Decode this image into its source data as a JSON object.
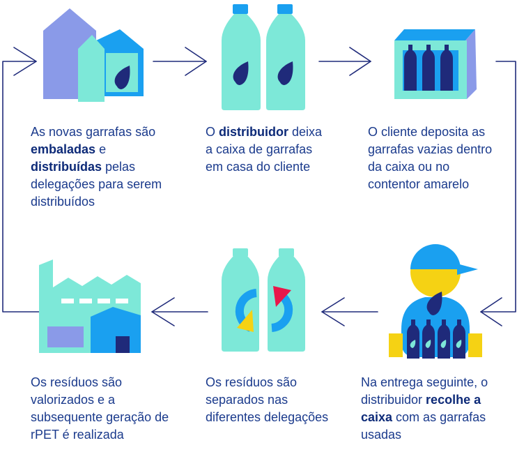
{
  "colors": {
    "teal": "#7de8d8",
    "lavender": "#8a9ae8",
    "blue": "#1aa0f0",
    "navy": "#1f2a7a",
    "yellow": "#f5d214",
    "red": "#e8174a",
    "text": "#1a3a8c"
  },
  "steps": [
    {
      "icon": "buildings-icon",
      "parts": [
        {
          "text": "As novas garrafas são ",
          "bold": false
        },
        {
          "text": "embaladas",
          "bold": true
        },
        {
          "text": " e ",
          "bold": false
        },
        {
          "text": "distribuídas",
          "bold": true
        },
        {
          "text": " pelas delegações para serem distribuídos",
          "bold": false
        }
      ]
    },
    {
      "icon": "water-bottles-icon",
      "parts": [
        {
          "text": "O ",
          "bold": false
        },
        {
          "text": "distribuidor",
          "bold": true
        },
        {
          "text": " deixa a caixa de garrafas em casa do cliente",
          "bold": false
        }
      ]
    },
    {
      "icon": "bottle-crate-icon",
      "parts": [
        {
          "text": "O cliente deposita as garrafas vazias dentro da caixa ou no contentor amarelo",
          "bold": false
        }
      ]
    },
    {
      "icon": "factory-icon",
      "parts": [
        {
          "text": "Os resíduos são valorizados e a subsequente geração de rPET é realizada",
          "bold": false
        }
      ]
    },
    {
      "icon": "recycling-bottles-icon",
      "parts": [
        {
          "text": "Os resíduos são separados nas diferentes delegações",
          "bold": false
        }
      ]
    },
    {
      "icon": "delivery-person-icon",
      "parts": [
        {
          "text": "Na entrega seguinte, o distribuidor ",
          "bold": false
        },
        {
          "text": "recolhe a caixa",
          "bold": true
        },
        {
          "text": " com as garrafas usadas",
          "bold": false
        }
      ]
    }
  ]
}
